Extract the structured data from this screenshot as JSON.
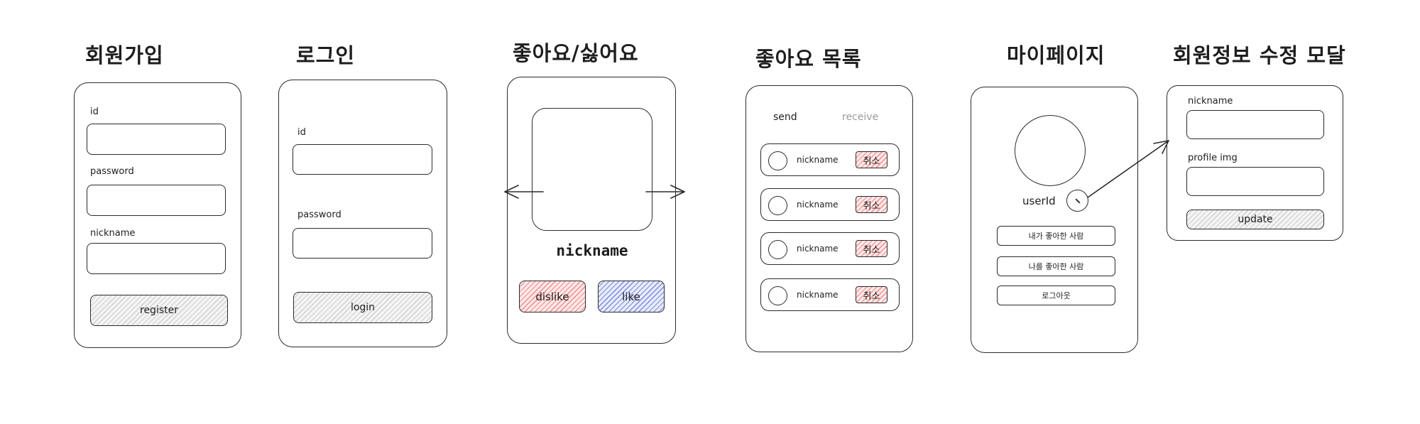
{
  "titles": {
    "signup": "회원가입",
    "login": "로그인",
    "like_dislike": "좋아요/싫어요",
    "like_list": "좋아요 목록",
    "mypage": "마이페이지",
    "edit_modal": "회원정보 수정 모달"
  },
  "signup": {
    "id_label": "id",
    "password_label": "password",
    "nickname_label": "nickname",
    "register_button": "register"
  },
  "login": {
    "id_label": "id",
    "password_label": "password",
    "login_button": "login"
  },
  "like_dislike": {
    "nickname": "nickname",
    "dislike_button": "dislike",
    "like_button": "like"
  },
  "like_list": {
    "tab_send": "send",
    "tab_receive": "receive",
    "items": [
      {
        "nickname": "nickname",
        "cancel": "취소"
      },
      {
        "nickname": "nickname",
        "cancel": "취소"
      },
      {
        "nickname": "nickname",
        "cancel": "취소"
      },
      {
        "nickname": "nickname",
        "cancel": "취소"
      }
    ]
  },
  "mypage": {
    "user_id": "userId",
    "liked_by_me": "내가 좋아한 사람",
    "liked_me": "나를 좋아한 사람",
    "logout": "로그아웃"
  },
  "edit_modal": {
    "nickname_label": "nickname",
    "profile_img_label": "profile img",
    "update_button": "update"
  },
  "colors": {
    "stroke": "#2b2b2b",
    "gray_fill": "#e9e9e9",
    "red_fill": "#fbd6d6",
    "blue_fill": "#d9def7",
    "muted_text": "#9a9a9a"
  }
}
